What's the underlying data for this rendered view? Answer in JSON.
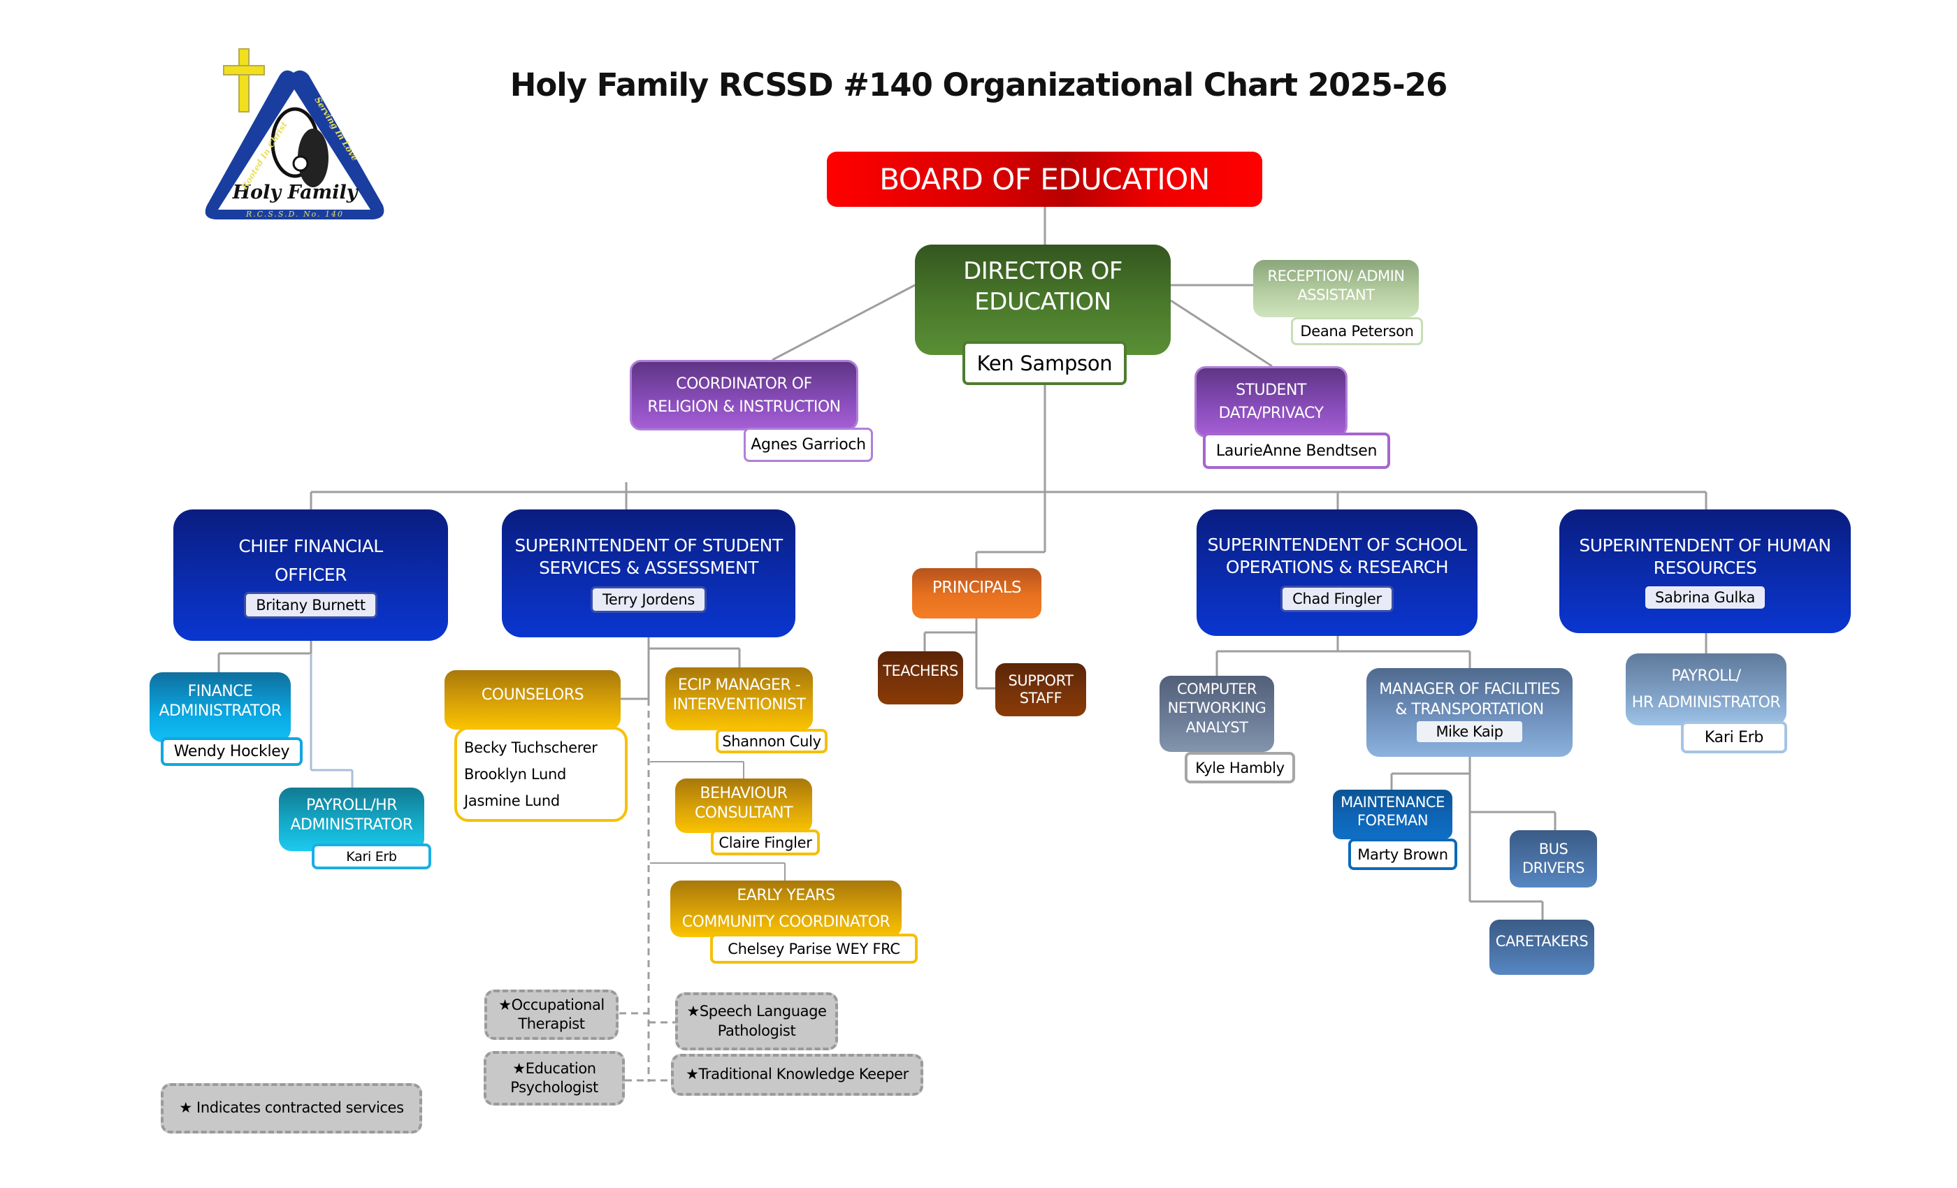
{
  "title": "Holy Family RCSSD #140 Organizational Chart 2025-26",
  "logo": {
    "name": "Holy Family",
    "subtitle": "R.C.S.S.D. No. 140",
    "left_motto": "Rooted In Christ",
    "right_motto": "Serving In Love",
    "icon": "cross-icon"
  },
  "colors": {
    "board": "#e00000",
    "director": "#3f6a25",
    "reception": "#a8c294",
    "purple": "#8a4dbb",
    "superintendent": "#0a29a6",
    "finance": "#0aa8e2",
    "student_services": "#e0a800",
    "principals": "#e8721f",
    "school_staff": "#73310a",
    "operations_staff": "#6f91bd",
    "contracted": "#c8c8c8",
    "connector": "#9e9e9e"
  },
  "board": {
    "title": "BOARD OF EDUCATION"
  },
  "director": {
    "title": "DIRECTOR OF\nEDUCATION",
    "name": "Ken Sampson"
  },
  "reception": {
    "title": "RECEPTION/ ADMIN\nASSISTANT",
    "name": "Deana Peterson"
  },
  "coordinator": {
    "title": "COORDINATOR OF\nRELIGION & INSTRUCTION",
    "name": "Agnes Garrioch"
  },
  "student_data": {
    "title": "STUDENT\nDATA/PRIVACY",
    "name": "LaurieAnne Bendtsen"
  },
  "cfo": {
    "title": "CHIEF FINANCIAL\nOFFICER",
    "name": "Britany Burnett",
    "reports": [
      {
        "title": "FINANCE\nADMINISTRATOR",
        "name": "Wendy Hockley"
      },
      {
        "title": "PAYROLL/HR\nADMINISTRATOR",
        "name": "Kari Erb"
      }
    ]
  },
  "student_services": {
    "title": "SUPERINTENDENT OF STUDENT\nSERVICES & ASSESSMENT",
    "name": "Terry Jordens",
    "counselors": {
      "title": "COUNSELORS",
      "names": [
        "Becky Tuchscherer",
        "Brooklyn Lund",
        "Jasmine Lund"
      ]
    },
    "ecip": {
      "title": "ECIP MANAGER -\nINTERVENTIONIST",
      "name": "Shannon Culy"
    },
    "behaviour": {
      "title": "BEHAVIOUR\nCONSULTANT",
      "name": "Claire Fingler"
    },
    "early_years": {
      "title": "EARLY YEARS\nCOMMUNITY COORDINATOR",
      "name": "Chelsey Parise WEY FRC"
    },
    "contracted": [
      "★Occupational\nTherapist",
      "★Speech Language\nPathologist",
      "★Education\nPsychologist",
      "★Traditional Knowledge Keeper"
    ]
  },
  "principals": {
    "title": "PRINCIPALS",
    "reports": [
      "TEACHERS",
      "SUPPORT\nSTAFF"
    ]
  },
  "school_operations": {
    "title": "SUPERINTENDENT OF SCHOOL\nOPERATIONS & RESEARCH",
    "name": "Chad Fingler",
    "networking": {
      "title": "COMPUTER\nNETWORKING\nANALYST",
      "name": "Kyle Hambly"
    },
    "facilities": {
      "title": "MANAGER  OF FACILITIES\n& TRANSPORTATION",
      "name": "Mike Kaip",
      "maintenance": {
        "title": "MAINTENANCE\nFOREMAN",
        "name": "Marty Brown"
      },
      "bus": {
        "title": "BUS\nDRIVERS"
      },
      "caretakers": {
        "title": "CARETAKERS"
      }
    }
  },
  "human_resources": {
    "title": "SUPERINTENDENT OF HUMAN\nRESOURCES",
    "name": "Sabrina Gulka",
    "payroll": {
      "title": "PAYROLL/\nHR ADMINISTRATOR",
      "name": "Kari Erb"
    }
  },
  "legend": {
    "text": "★ Indicates contracted services"
  }
}
